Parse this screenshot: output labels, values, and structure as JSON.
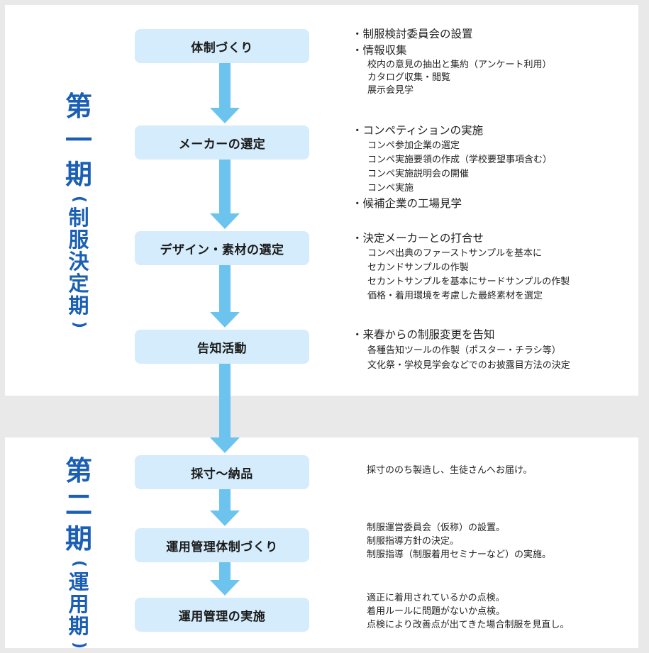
{
  "phase1": {
    "big1": "第",
    "big2": "一",
    "big3": "期",
    "paren_open": "(",
    "chars": [
      "制",
      "服",
      "決",
      "定",
      "期"
    ],
    "paren_close": ")"
  },
  "phase2": {
    "big1": "第",
    "big2": "二",
    "big3": "期",
    "paren_open": "(",
    "chars": [
      "運",
      "用",
      "期"
    ],
    "paren_close": ")"
  },
  "steps": [
    {
      "label": "体制づくり"
    },
    {
      "label": "メーカーの選定"
    },
    {
      "label": "デザイン・素材の選定"
    },
    {
      "label": "告知活動"
    },
    {
      "label": "採寸〜納品"
    },
    {
      "label": "運用管理体制づくり"
    },
    {
      "label": "運用管理の実施"
    }
  ],
  "descs": [
    {
      "groups": [
        {
          "main": "制服検討委員会の設置",
          "subs": []
        },
        {
          "main": "情報収集",
          "subs": [
            "校内の意見の抽出と集約（アンケート利用）",
            "カタログ収集・閲覧",
            "展示会見学"
          ]
        }
      ]
    },
    {
      "groups": [
        {
          "main": "コンペティションの実施",
          "subs": [
            "コンペ参加企業の選定",
            "コンペ実施要領の作成（学校要望事項含む）",
            "コンペ実施説明会の開催",
            "コンペ実施"
          ]
        },
        {
          "main": "候補企業の工場見学",
          "subs": []
        }
      ]
    },
    {
      "groups": [
        {
          "main": "決定メーカーとの打合せ",
          "subs": [
            "コンペ出典のファーストサンプルを基本に",
            "セカンドサンプルの作製",
            "セカントサンプルを基本にサードサンプルの作製",
            "価格・着用環境を考慮した最終素材を選定"
          ]
        }
      ]
    },
    {
      "groups": [
        {
          "main": "来春からの制服変更を告知",
          "subs": [
            "各種告知ツールの作製（ポスター・チラシ等）",
            "文化祭・学校見学会などでのお披露目方法の決定"
          ]
        }
      ]
    },
    {
      "lines": [
        "採寸ののち製造し、生徒さんへお届け。"
      ]
    },
    {
      "lines": [
        "制服運営委員会（仮称）の設置。",
        "制服指導方針の決定。",
        "制服指導（制服着用セミナーなど）の実施。"
      ]
    },
    {
      "lines": [
        "適正に着用されているかの点検。",
        "着用ルールに問題がないか点検。",
        "点検により改善点が出てきた場合制服を見直し。"
      ]
    }
  ],
  "colors": {
    "phase_title": "#1a5fb4",
    "step_box": "#d4ecfb",
    "arrow": "#6cc4ee",
    "panel": "#ffffff",
    "background": "#e9e9e9"
  }
}
